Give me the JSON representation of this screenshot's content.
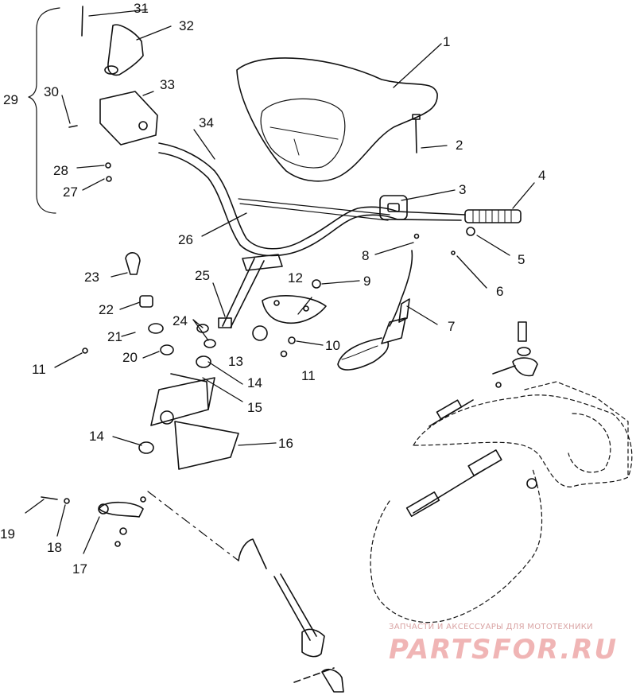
{
  "callouts": [
    {
      "id": "c1",
      "label": "1"
    },
    {
      "id": "c2",
      "label": "2"
    },
    {
      "id": "c3",
      "label": "3"
    },
    {
      "id": "c4",
      "label": "4"
    },
    {
      "id": "c5",
      "label": "5"
    },
    {
      "id": "c6",
      "label": "6"
    },
    {
      "id": "c7",
      "label": "7"
    },
    {
      "id": "c8",
      "label": "8"
    },
    {
      "id": "c9",
      "label": "9"
    },
    {
      "id": "c10",
      "label": "10"
    },
    {
      "id": "c11a",
      "label": "11"
    },
    {
      "id": "c11b",
      "label": "11"
    },
    {
      "id": "c12",
      "label": "12"
    },
    {
      "id": "c13",
      "label": "13"
    },
    {
      "id": "c14a",
      "label": "14"
    },
    {
      "id": "c14b",
      "label": "14"
    },
    {
      "id": "c15",
      "label": "15"
    },
    {
      "id": "c16",
      "label": "16"
    },
    {
      "id": "c17",
      "label": "17"
    },
    {
      "id": "c18",
      "label": "18"
    },
    {
      "id": "c19",
      "label": "19"
    },
    {
      "id": "c20",
      "label": "20"
    },
    {
      "id": "c21",
      "label": "21"
    },
    {
      "id": "c22",
      "label": "22"
    },
    {
      "id": "c23",
      "label": "23"
    },
    {
      "id": "c24",
      "label": "24"
    },
    {
      "id": "c25",
      "label": "25"
    },
    {
      "id": "c26",
      "label": "26"
    },
    {
      "id": "c27",
      "label": "27"
    },
    {
      "id": "c28",
      "label": "28"
    },
    {
      "id": "c29",
      "label": "29"
    },
    {
      "id": "c30",
      "label": "30"
    },
    {
      "id": "c31",
      "label": "31"
    },
    {
      "id": "c32",
      "label": "32"
    },
    {
      "id": "c33",
      "label": "33"
    },
    {
      "id": "c34",
      "label": "34"
    }
  ],
  "watermark": {
    "tagline": "ЗАПЧАСТИ И АКСЕССУАРЫ ДЛЯ МОТОТЕХНИКИ",
    "logo": "PARTSFOR.RU"
  },
  "colors": {
    "ink": "#111111",
    "watermark": "#f0b5b5"
  }
}
